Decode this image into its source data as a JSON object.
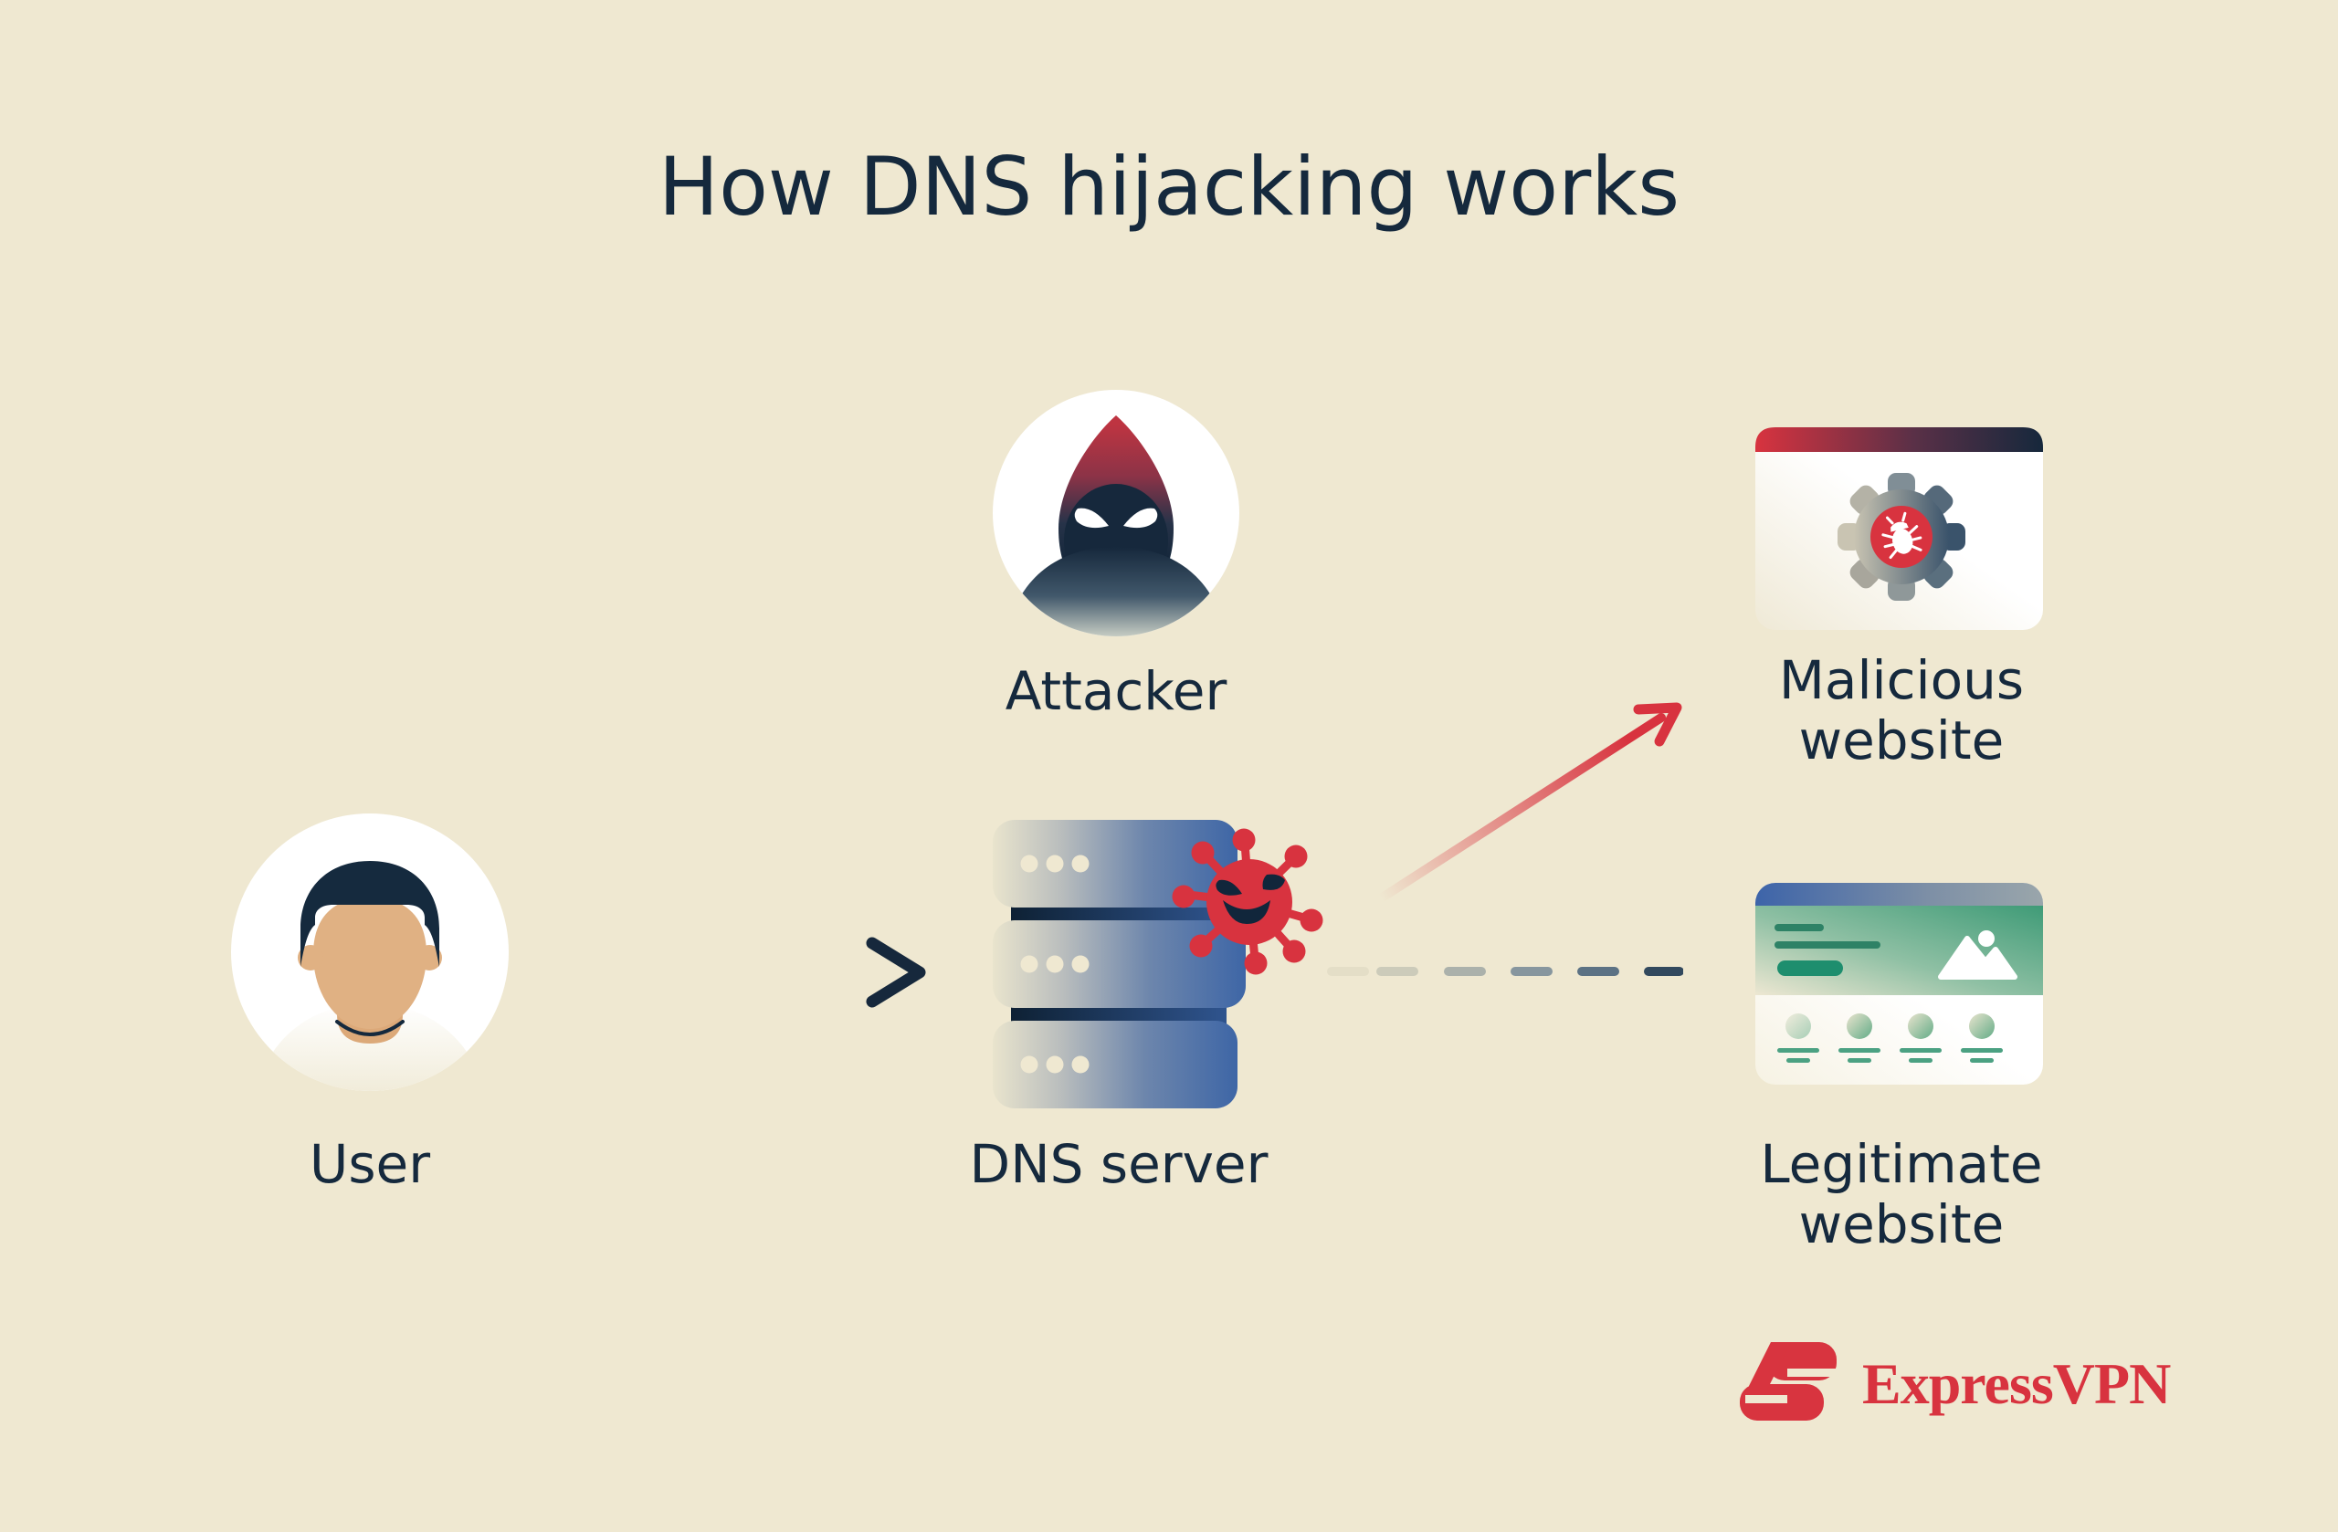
{
  "title": "How DNS hijacking works",
  "palette": {
    "background": "#EFE8D1",
    "ink": "#15293D",
    "red": "#D8333F",
    "blue": "#3E66A6",
    "green": "#2E9270",
    "white": "#FFFFFF"
  },
  "nodes": {
    "user": {
      "label": "User",
      "icon": "user-avatar-icon"
    },
    "attacker": {
      "label": "Attacker",
      "icon": "hooded-attacker-icon"
    },
    "dns_server": {
      "label": "DNS server",
      "icon": "server-stack-icon",
      "overlay_icon": "malware-virus-icon"
    },
    "malicious_website": {
      "label": "Malicious website",
      "icon": "malicious-browser-window-icon"
    },
    "legitimate_website": {
      "label": "Legitimate website",
      "icon": "legitimate-browser-window-icon"
    }
  },
  "connectors": {
    "user_to_dns": "solid dark arrow, fades in from left",
    "dns_to_malicious": "red diagonal arrow, fades in toward tip",
    "dns_to_legitimate": "dashed fading line, no arrowhead"
  },
  "brand": {
    "name": "ExpressVPN",
    "icon": "expressvpn-logo-icon"
  }
}
